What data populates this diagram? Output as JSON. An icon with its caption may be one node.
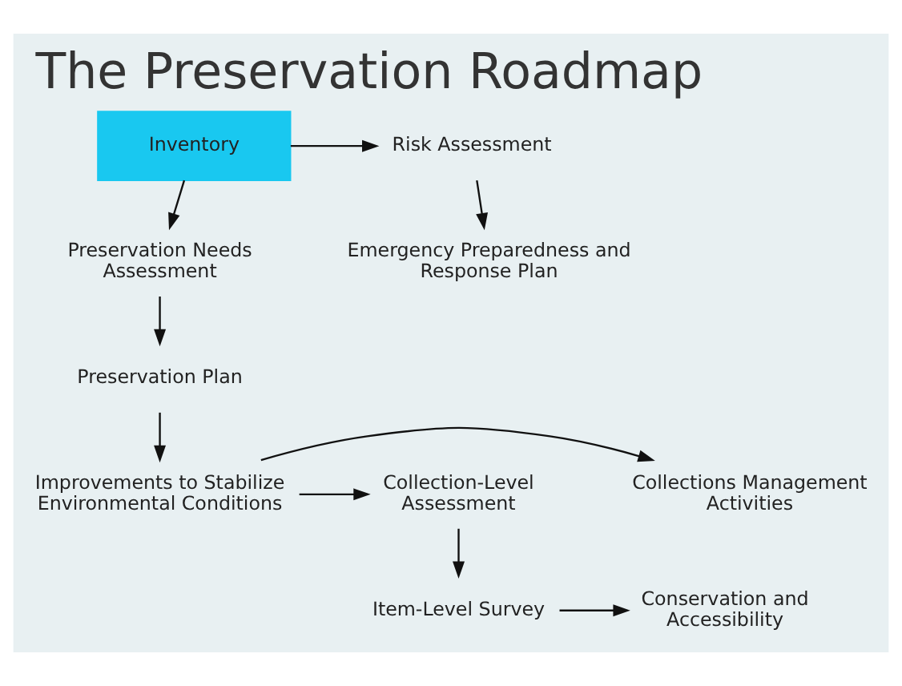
{
  "diagram": {
    "title": "The Preservation Roadmap",
    "nodes": [
      {
        "text": [
          "Inventory"
        ]
      },
      {
        "text": [
          "Risk Assessment"
        ]
      },
      {
        "text": [
          "Preservation Needs Assessment"
        ]
      },
      {
        "text": [
          "Emergency Preparedness and Response Plan"
        ]
      },
      {
        "text": [
          "Preservation Plan"
        ]
      },
      {
        "text": [
          "Collections Management Activities"
        ]
      },
      {
        "text": [
          "Improvements to Stabilize Environmental Conditions"
        ]
      },
      {
        "text": [
          "Collection-Level Assessment"
        ]
      },
      {
        "text": [
          "Conservation and Accessibility"
        ]
      },
      {
        "text": [
          "Item-Level Survey"
        ]
      }
    ],
    "edges": [
      {
        "from": 0,
        "to": 1,
        "arrow": "to"
      },
      {
        "from": 0,
        "to": 2,
        "arrow": "to"
      },
      {
        "from": 1,
        "to": 3,
        "arrow": "to"
      },
      {
        "from": 2,
        "to": 4,
        "arrow": "to"
      },
      {
        "from": 4,
        "to": 6,
        "arrow": "to"
      },
      {
        "from": 6,
        "to": 5,
        "arrow": "to"
      },
      {
        "from": 6,
        "to": 7,
        "arrow": "to"
      },
      {
        "from": 7,
        "to": 9,
        "arrow": "to"
      },
      {
        "from": 9,
        "to": 8,
        "arrow": "to"
      }
    ]
  }
}
